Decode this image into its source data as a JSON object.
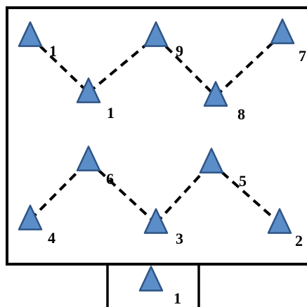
{
  "diagram": {
    "colors": {
      "triangle_fill": "#5b8ec9",
      "triangle_stroke": "#2f5486",
      "line": "#000000",
      "connector": "#000000",
      "background": "#ffffff"
    },
    "players": [
      {
        "id": "p-top-left",
        "label": "1"
      },
      {
        "id": "p-top-mid",
        "label": "9"
      },
      {
        "id": "p-top-right",
        "label": "7"
      },
      {
        "id": "p-mid-left",
        "label": "1"
      },
      {
        "id": "p-mid-right",
        "label": "8"
      },
      {
        "id": "p-low-left",
        "label": "6"
      },
      {
        "id": "p-low-right",
        "label": "5"
      },
      {
        "id": "p-bottom-left",
        "label": "4"
      },
      {
        "id": "p-bottom-mid",
        "label": "3"
      },
      {
        "id": "p-bottom-right",
        "label": "2"
      },
      {
        "id": "p-goalkeeper",
        "label": "1"
      }
    ],
    "connections": [
      [
        "p-top-left",
        "p-mid-left"
      ],
      [
        "p-mid-left",
        "p-top-mid"
      ],
      [
        "p-top-mid",
        "p-mid-right"
      ],
      [
        "p-mid-right",
        "p-top-right"
      ],
      [
        "p-bottom-left",
        "p-low-left"
      ],
      [
        "p-low-left",
        "p-bottom-mid"
      ],
      [
        "p-bottom-mid",
        "p-low-right"
      ],
      [
        "p-low-right",
        "p-bottom-right"
      ]
    ]
  }
}
